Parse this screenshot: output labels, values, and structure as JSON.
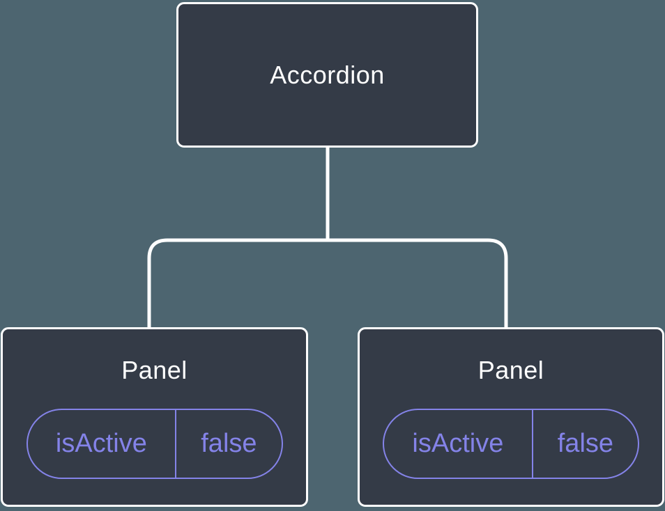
{
  "diagram": {
    "description": "Component tree diagram",
    "root": {
      "label": "Accordion"
    },
    "panels": [
      {
        "label": "Panel",
        "state": {
          "name": "isActive",
          "value": "false"
        }
      },
      {
        "label": "Panel",
        "state": {
          "name": "isActive",
          "value": "false"
        }
      }
    ],
    "colors": {
      "background": "#4D6570",
      "node_fill": "#343B47",
      "node_border": "#FFFFFF",
      "connector": "#FFFFFF",
      "state_accent": "#8483E8",
      "title_text": "#FFFFFF"
    }
  }
}
